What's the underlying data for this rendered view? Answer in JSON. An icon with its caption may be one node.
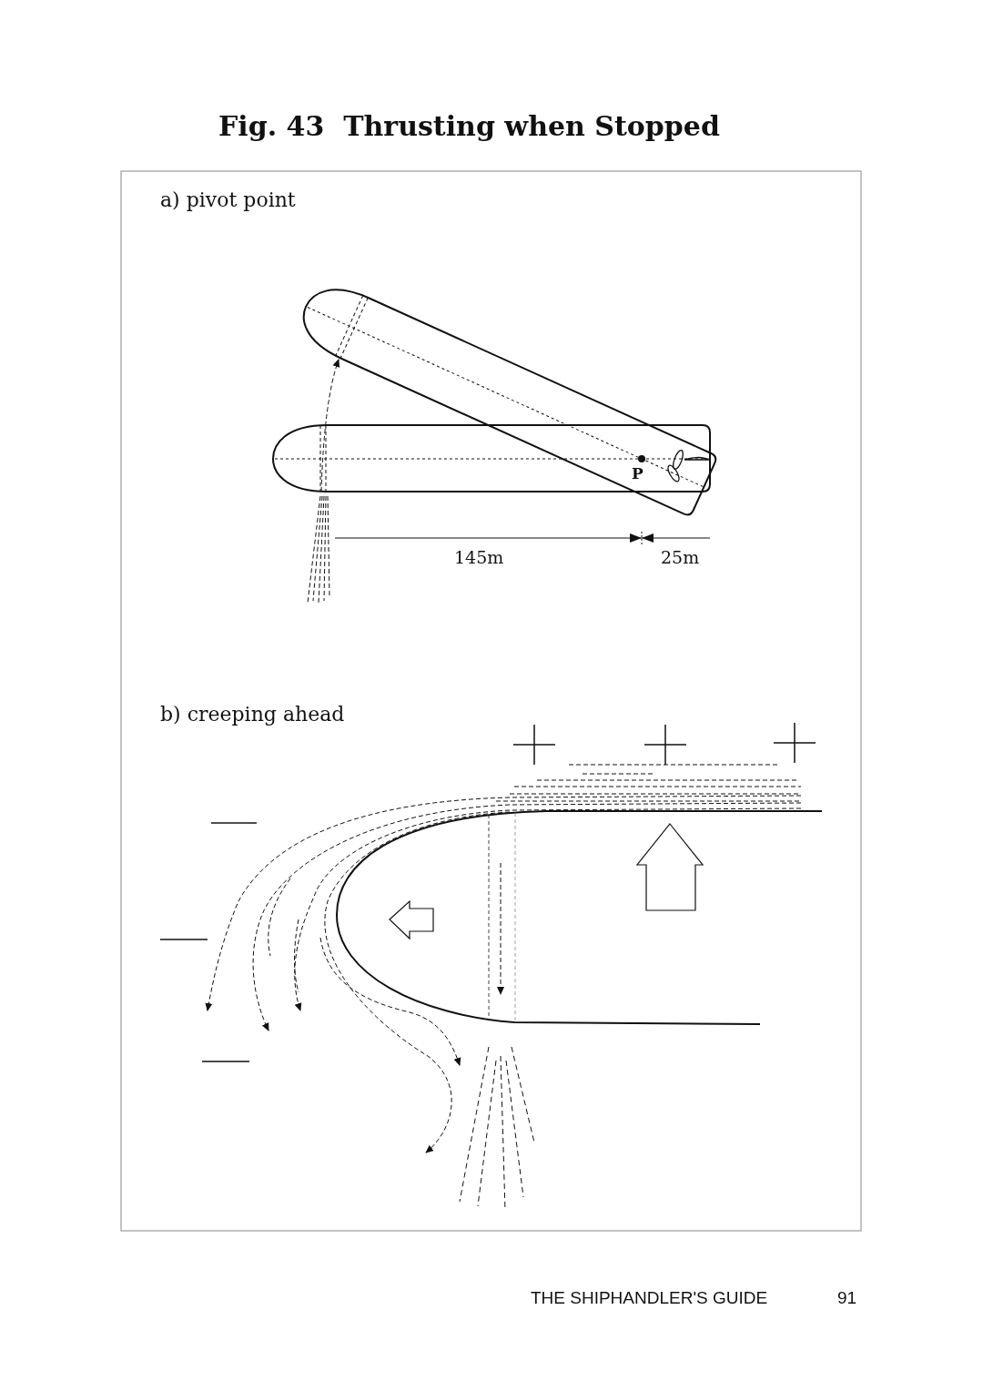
{
  "diagram": {
    "title": "Fig. 43  Thrusting when Stopped",
    "labels": [
      "a) pivot point",
      "P",
      "145m",
      "25m",
      "b) creeping ahead",
      "THE SHIPHANDLER'S GUIDE",
      "91"
    ]
  }
}
